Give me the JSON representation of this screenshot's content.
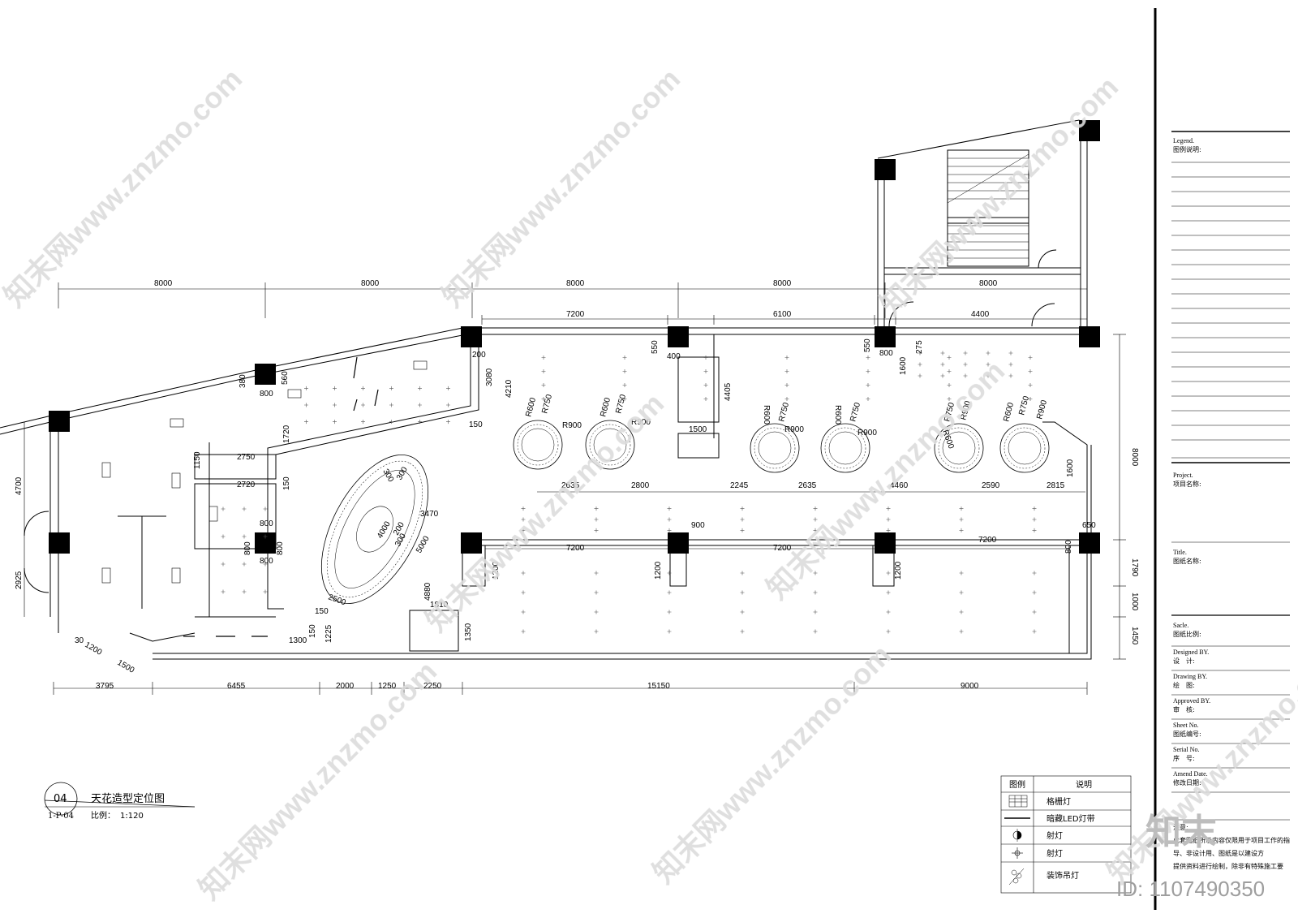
{
  "drawing": {
    "number": "04",
    "sheet_ref": "1-P-04",
    "title": "天花造型定位图",
    "scale_label": "比例：",
    "scale_value": "1:120"
  },
  "top_dims": [
    "8000",
    "8000",
    "8000",
    "8000",
    "8000"
  ],
  "second_dims": [
    "7200",
    "6100",
    "4400"
  ],
  "bottom_dims": [
    "3795",
    "6455",
    "2000",
    "1250",
    "2250",
    "15150",
    "9000"
  ],
  "circle_row_dims": [
    "2635",
    "2800",
    "2245",
    "2635",
    "4460",
    "2590",
    "2815"
  ],
  "mid_dims": [
    "7200",
    "7200",
    "7200"
  ],
  "right_dims": [
    "8000",
    "1790",
    "1000",
    "1450"
  ],
  "left_dims": [
    "4700",
    "2925"
  ],
  "misc_dims": [
    "380",
    "800",
    "560",
    "200",
    "3080",
    "4210",
    "150",
    "1720",
    "1150",
    "2750",
    "2720",
    "150",
    "800",
    "800",
    "800",
    "800",
    "300",
    "300",
    "4000",
    "200",
    "300",
    "5000",
    "3470",
    "2500",
    "4880",
    "1810",
    "1350",
    "150",
    "1225",
    "1300",
    "150",
    "30",
    "1200",
    "1500",
    "550",
    "400",
    "1500",
    "4405",
    "550",
    "800",
    "1600",
    "275",
    "900",
    "1200",
    "1200",
    "1200",
    "650",
    "800",
    "1600"
  ],
  "radius_labels": [
    "R600",
    "R750",
    "R900"
  ],
  "title_block": {
    "legend_en": "Legend.",
    "legend_cn": "图例说明:",
    "project_en": "Project.",
    "project_cn": "项目名称:",
    "title_en": "Title.",
    "title_cn": "图纸名称:",
    "scale_en": "Sacle.",
    "scale_cn": "图纸比例:",
    "designed_en": "Designed BY.",
    "designed_cn": "设　计:",
    "drawing_en": "Drawing BY.",
    "drawing_cn": "绘　图:",
    "approved_en": "Approved BY.",
    "approved_cn": "审　核:",
    "sheet_en": "Sheet No.",
    "sheet_cn": "图纸编号:",
    "serial_en": "Serial No.",
    "serial_cn": "序　号:",
    "amend_en": "Amend Date.",
    "amend_cn": "修改日期:",
    "note_1": "注意:",
    "note_2": "此套图纸所示内容仅限用于项目工作的指",
    "note_3": "导、非设计用、图纸是以建设方",
    "note_4": "提供资料进行绘制，除非有特殊施工要"
  },
  "legend": {
    "header_symbol": "图例",
    "header_desc": "说明",
    "items": [
      {
        "icon": "grille-light-icon",
        "label": "格栅灯"
      },
      {
        "icon": "hidden-led-strip-icon",
        "label": "暗藏LED灯带"
      },
      {
        "icon": "spotlight-icon",
        "label": "射灯"
      },
      {
        "icon": "downlight-icon",
        "label": "射灯"
      },
      {
        "icon": "pendant-lamp-icon",
        "label": "装饰吊灯"
      }
    ]
  },
  "watermark": {
    "text": "知末网www.znzmo.com",
    "brand": "知末",
    "id": "ID: 1107490350"
  }
}
